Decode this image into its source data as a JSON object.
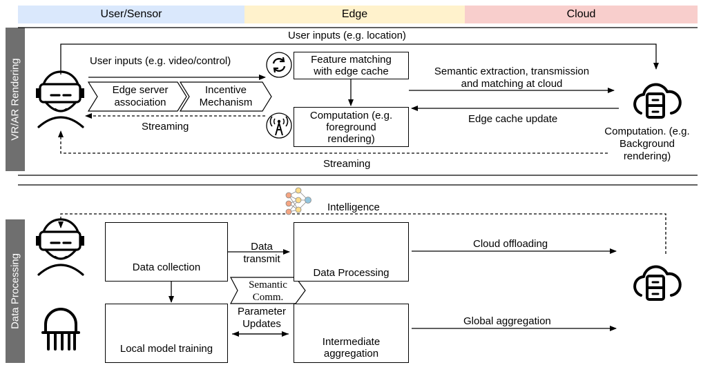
{
  "header": {
    "user": "User/Sensor",
    "edge": "Edge",
    "cloud": "Cloud"
  },
  "colors": {
    "user_header": "#dae8fc",
    "edge_header": "#fff2cc",
    "cloud_header": "#f8cecc",
    "sidebar": "#6f6f6f"
  },
  "vr_section": {
    "side_label": "VR/AR Rendering",
    "user_inputs_location": "User inputs (e.g. location)",
    "user_inputs_video": "User inputs (e.g. video/control)",
    "chevron_1": [
      "Edge server",
      "association"
    ],
    "chevron_2": [
      "Incentive",
      "Mechanism"
    ],
    "streaming_1": "Streaming",
    "feature_matching": [
      "Feature matching",
      "with edge cache"
    ],
    "computation_edge": [
      "Computation (e.g.",
      "foreground",
      "rendering)"
    ],
    "semantic_extraction": [
      "Semantic extraction, transmission",
      "and matching at cloud"
    ],
    "edge_cache_update": "Edge cache update",
    "computation_cloud": [
      "Computation. (e.g.",
      "Background",
      "rendering)"
    ],
    "streaming_2": "Streaming"
  },
  "dp_section": {
    "side_label": "Data Processing",
    "intelligence": "Intelligence",
    "data_collection": "Data collection",
    "data_transmit": [
      "Data",
      "transmit"
    ],
    "data_processing": "Data Processing",
    "cloud_offloading": "Cloud offloading",
    "semantic_comm": [
      "Semantic",
      "Comm."
    ],
    "local_model_training": "Local model training",
    "parameter_updates": [
      "Parameter",
      "Updates"
    ],
    "intermediate_aggregation": [
      "Intermediate",
      "aggregation"
    ],
    "global_aggregation": "Global aggregation"
  },
  "icons": [
    "vr-headset-user-icon",
    "sync-icon",
    "antenna-tower-icon",
    "cloud-server-icon",
    "neural-network-icon",
    "cube-icon",
    "monitor-chart-icon",
    "sigma-icon",
    "sensor-icon"
  ]
}
